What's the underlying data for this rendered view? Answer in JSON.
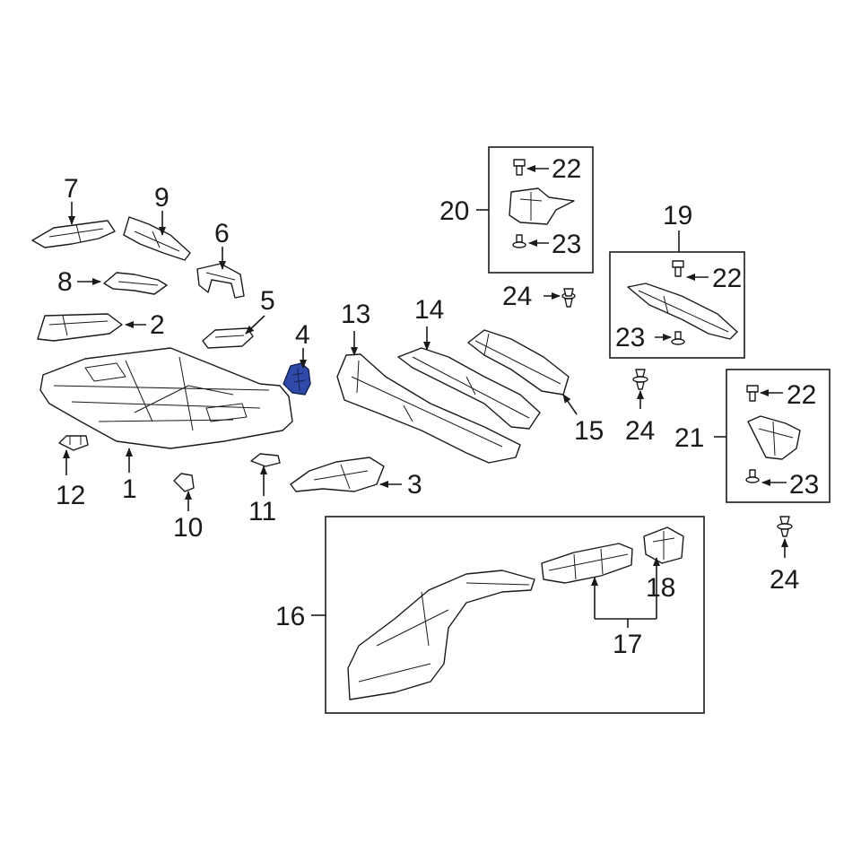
{
  "colors": {
    "line": "#1a1a1a",
    "highlight": "#2f4aa8",
    "background": "#ffffff"
  },
  "callouts": {
    "p1": "1",
    "p2": "2",
    "p3": "3",
    "p4": "4",
    "p5": "5",
    "p6": "6",
    "p7": "7",
    "p8": "8",
    "p9": "9",
    "p10": "10",
    "p11": "11",
    "p12": "12",
    "p13": "13",
    "p14": "14",
    "p15": "15",
    "p16": "16",
    "p17": "17",
    "p18": "18",
    "p19": "19",
    "p20": "20",
    "p21": "21",
    "p22a": "22",
    "p22b": "22",
    "p22c": "22",
    "p23a": "23",
    "p23b": "23",
    "p23c": "23",
    "p24a": "24",
    "p24b": "24",
    "p24c": "24"
  }
}
